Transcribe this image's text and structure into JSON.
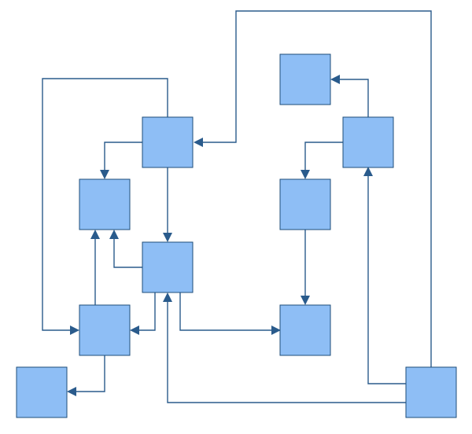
{
  "diagram": {
    "colors": {
      "node_fill": "#8ebef5",
      "node_stroke": "#1f4e79",
      "edge": "#2a5b8c",
      "background": "#ffffff"
    },
    "nodes": [
      {
        "id": "n1"
      },
      {
        "id": "n2"
      },
      {
        "id": "n3"
      },
      {
        "id": "n4"
      },
      {
        "id": "n5"
      },
      {
        "id": "n6"
      },
      {
        "id": "n7"
      },
      {
        "id": "n8"
      },
      {
        "id": "n9"
      },
      {
        "id": "n10"
      },
      {
        "id": "n11"
      }
    ],
    "edges": [
      {
        "from": "n10",
        "to": "n4"
      },
      {
        "from": "n4",
        "to": "n6"
      },
      {
        "from": "n4",
        "to": "n8"
      },
      {
        "from": "n4",
        "to": "n7"
      },
      {
        "from": "n8",
        "to": "n6"
      },
      {
        "from": "n9",
        "to": "n8"
      },
      {
        "from": "n9",
        "to": "n6"
      },
      {
        "from": "n9",
        "to": "n1"
      },
      {
        "from": "n3",
        "to": "n2"
      },
      {
        "from": "n3",
        "to": "n5"
      },
      {
        "from": "n5",
        "to": "n7"
      },
      {
        "from": "n11",
        "to": "n3"
      },
      {
        "from": "n11",
        "to": "n8"
      },
      {
        "from": "n8",
        "to": "n9"
      }
    ]
  }
}
